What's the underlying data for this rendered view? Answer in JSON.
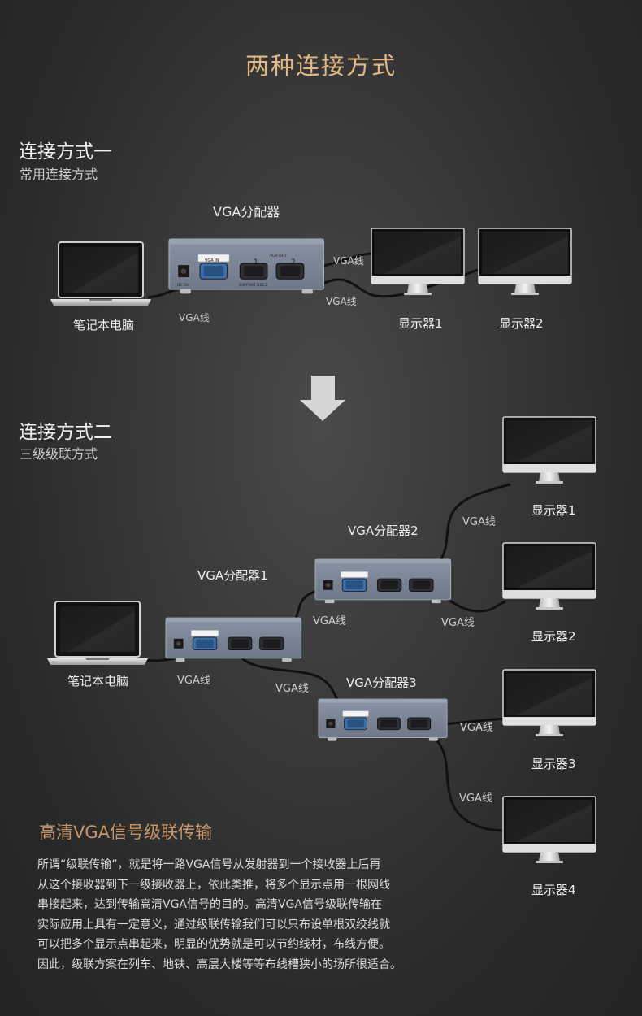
{
  "page_title": "两种连接方式",
  "method1": {
    "title": "连接方式一",
    "subtitle": "常用连接方式",
    "splitter_label": "VGA分配器",
    "laptop_label": "笔记本电脑",
    "cable_labels": [
      "VGA线",
      "VGA线",
      "VGA线"
    ],
    "monitors": [
      "显示器1",
      "显示器2"
    ]
  },
  "method2": {
    "title": "连接方式二",
    "subtitle": "三级级联方式",
    "splitters": [
      "VGA分配器1",
      "VGA分配器2",
      "VGA分配器3"
    ],
    "laptop_label": "笔记本电脑",
    "cable_labels": [
      "VGA线",
      "VGA线",
      "VGA线",
      "VGA线",
      "VGA线",
      "VGA线",
      "VGA线"
    ],
    "monitors": [
      "显示器1",
      "显示器2",
      "显示器3",
      "显示器4"
    ]
  },
  "device_text": {
    "vga_in": "VGA IN",
    "vga_out": "VGA OUT",
    "port1": "1",
    "port2": "2",
    "support": "SUPPORT DDC2",
    "dc": "DC 5V"
  },
  "highlight": {
    "title": "高清VGA信号级联传输",
    "lines": [
      "所谓“级联传输”，就是将一路VGA信号从发射器到一个接收器上后再",
      "从这个接收器到下一级接收器上，依此类推，将多个显示点用一根网线",
      "串接起来，达到传输高清VGA信号的目的。高清VGA信号级联传输在",
      "实际应用上具有一定意义，通过级联传输我们可以只布设单根双绞线就",
      "可以把多个显示点串起来，明显的优势就是可以节约线材，布线方便。",
      "因此，级联方案在列车、地铁、高层大楼等等布线槽狭小的场所很适合。"
    ]
  },
  "colors": {
    "title_accent": "#e1b784",
    "highlight_accent": "#c79567",
    "arrow": "#d6d6d6"
  }
}
